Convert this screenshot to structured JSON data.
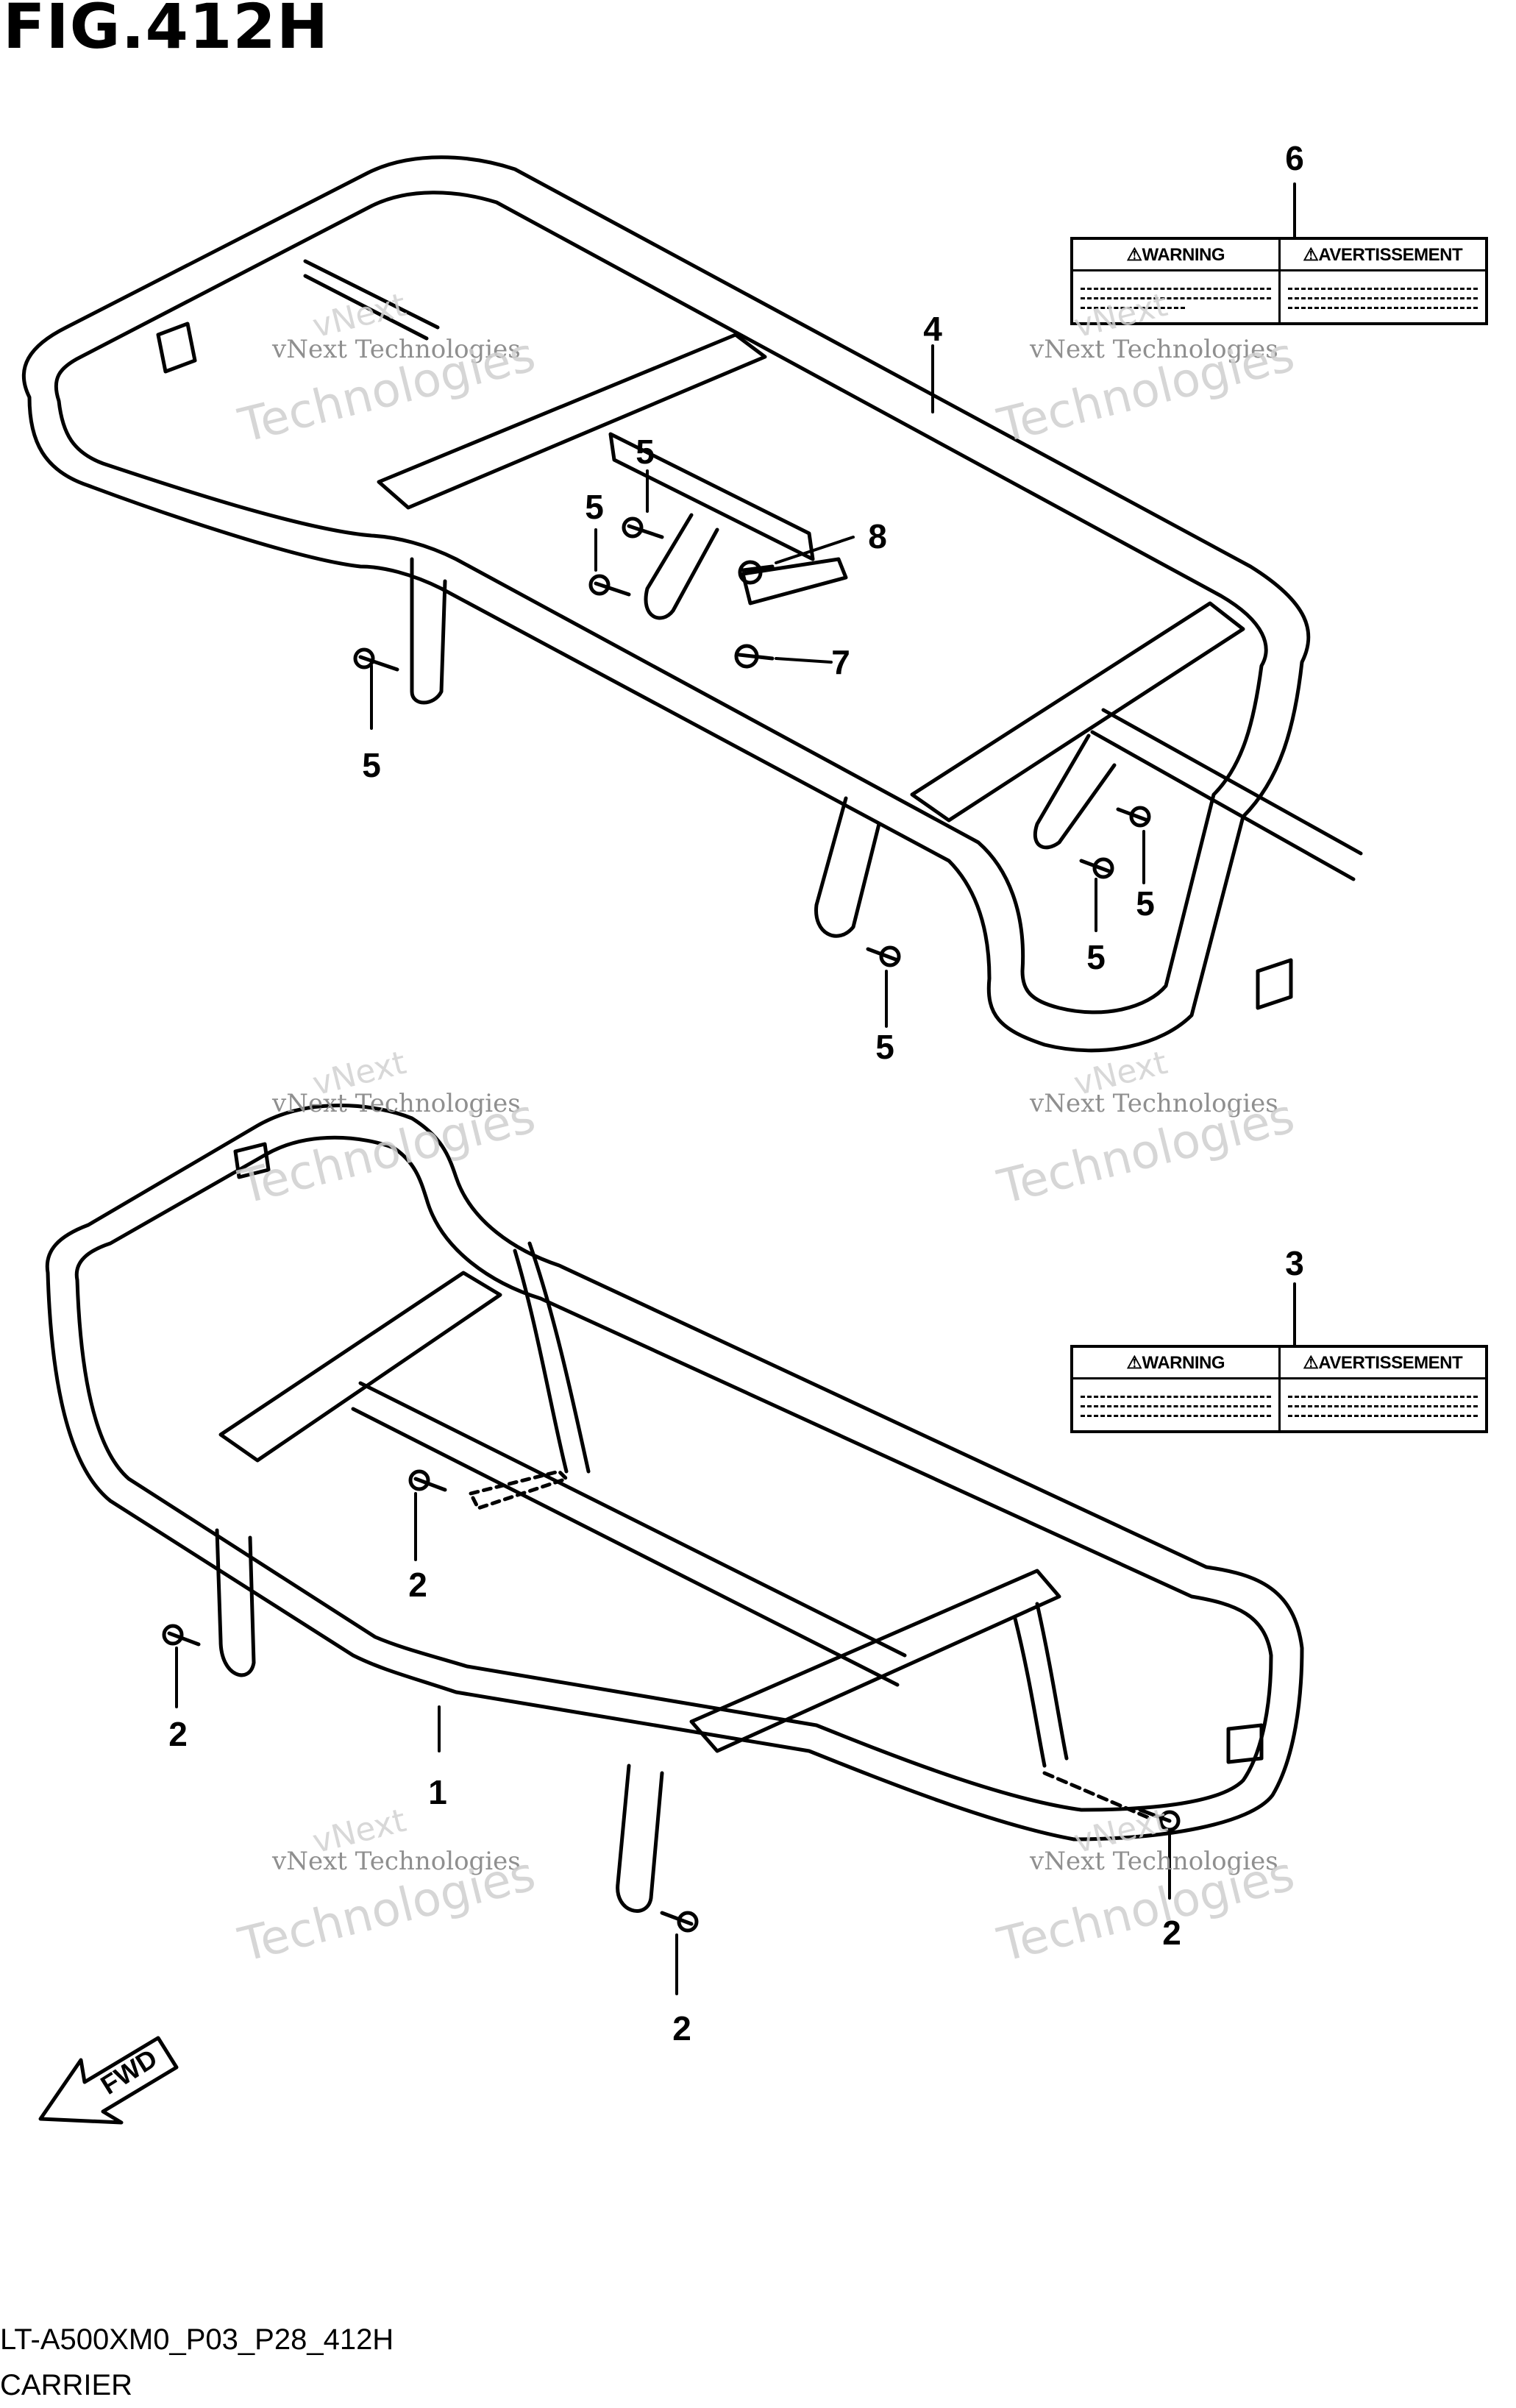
{
  "figure": {
    "title": "FIG.412H",
    "code": "LT-A500XM0_P03_P28_412H",
    "caption": "CARRIER"
  },
  "parts": [
    {
      "no": "1"
    },
    {
      "no": "2"
    },
    {
      "no": "3"
    },
    {
      "no": "4"
    },
    {
      "no": "5"
    },
    {
      "no": "6"
    },
    {
      "no": "7"
    },
    {
      "no": "8"
    }
  ],
  "labels": {
    "warning": "⚠WARNING",
    "avertissement": "⚠AVERTISSEMENT"
  },
  "watermark": {
    "line1": "vNext Technologies",
    "brand": "vNext",
    "word": "Technologies"
  },
  "direction_marker": "FWD",
  "colors": {
    "ink": "#000000",
    "watermark": "#cfcfcf",
    "background": "#ffffff"
  }
}
